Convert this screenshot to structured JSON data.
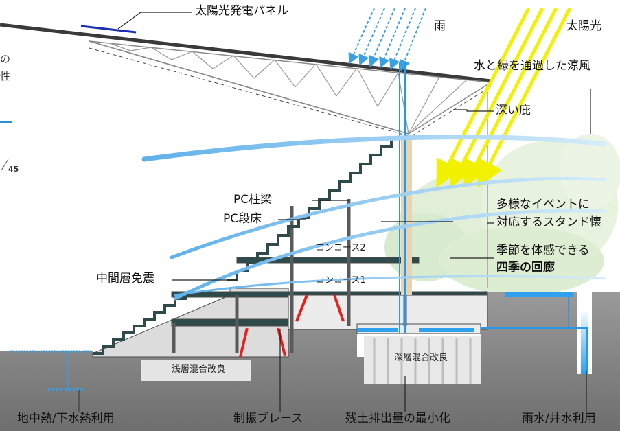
{
  "labels": {
    "solar_panel": "太陽光発電パネル",
    "rain": "雨",
    "sunlight": "太陽光",
    "cool_wind": "水と緑を通過した涼風",
    "deep_eaves": "深い庇",
    "pc_column_beam": "PC柱梁",
    "pc_stepped_floor": "PC段床",
    "diverse_events_1": "多様なイベントに",
    "diverse_events_2": "対応するスタンド懐",
    "concourse2": "コンコース2",
    "season_1": "季節を体感できる",
    "season_2": "四季の回廊",
    "mid_isolation": "中間層免震",
    "concourse1": "コンコース1",
    "shallow_improvement": "浅層混合改良",
    "deep_improvement": "深層混合改良",
    "geothermal": "地中熱/下水熱利用",
    "vibration_brace": "制振ブレース",
    "min_soil": "残土排出量の最小化",
    "rain_well": "雨水/井水利用"
  },
  "edge_fragments": {
    "frag_a": "の",
    "frag_b": "性",
    "page_num": "45"
  },
  "colors": {
    "roof": "#3a3a3a",
    "truss": "#8a8a8a",
    "sunlight": "#f2f200",
    "rain": "#3aa0e6",
    "wind": "#8fc6ee",
    "water_pipe": "#1f8fe0",
    "ground": "#777777",
    "brace": "#e8201a",
    "structure": "#d9d9d9",
    "tree": "#cfe7c0"
  },
  "icons": {
    "rain_arrows": "rain-arrow-icon",
    "sun_arrows": "sunlight-arrow-icon",
    "wind_arrows": "wind-arrow-icon"
  }
}
